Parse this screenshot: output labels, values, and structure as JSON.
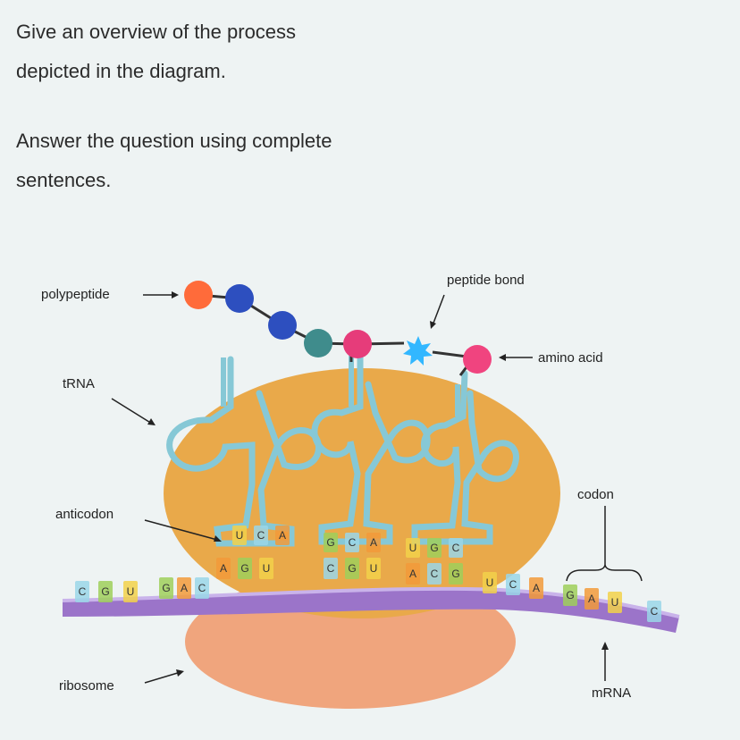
{
  "question": {
    "paragraph1": [
      "Give an overview of the process",
      "depicted in the diagram."
    ],
    "paragraph2": [
      "Answer the question using complete",
      "sentences."
    ]
  },
  "labels": {
    "polypeptide": "polypeptide",
    "peptide_bond": "peptide bond",
    "amino_acid": "amino acid",
    "trna": "tRNA",
    "anticodon": "anticodon",
    "codon": "codon",
    "ribosome": "ribosome",
    "mrna": "mRNA"
  },
  "anticodons": [
    [
      "U",
      "C",
      "A"
    ],
    [
      "G",
      "C",
      "A"
    ],
    [
      "U",
      "G",
      "C"
    ]
  ],
  "mrna_bases": [
    "C",
    "G",
    "U",
    "G",
    "A",
    "C",
    "A",
    "G",
    "U",
    "C",
    "G",
    "U",
    "A",
    "C",
    "G",
    "U",
    "C",
    "A",
    "G",
    "A",
    "U",
    "C"
  ],
  "colors": {
    "ribosome": "#e9a94a",
    "trna": "#86c8d6",
    "mrna": "#9b74c9",
    "amino_orange": "#ff6b3a",
    "amino_blue": "#2d4fbf",
    "amino_teal": "#3f8c8c",
    "amino_pink": "#e63c7a",
    "amino_magenta": "#f0447f",
    "peptide_bond": "#32b7ff"
  }
}
